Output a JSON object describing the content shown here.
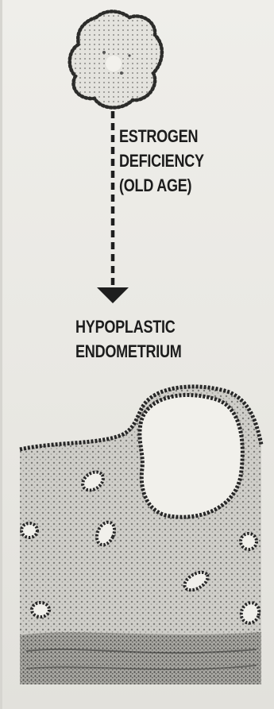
{
  "annotation": {
    "cause_lines": [
      "ESTROGEN",
      "DEFICIENCY",
      "(OLD AGE)"
    ],
    "result_lines": [
      "HYPOPLASTIC",
      "ENDOMETRIUM"
    ]
  },
  "colors": {
    "ink": "#1c1c1c",
    "paper": "#ecebe6",
    "tissue": "#c9c8c3",
    "gland_lining": "#2b2b2b"
  }
}
